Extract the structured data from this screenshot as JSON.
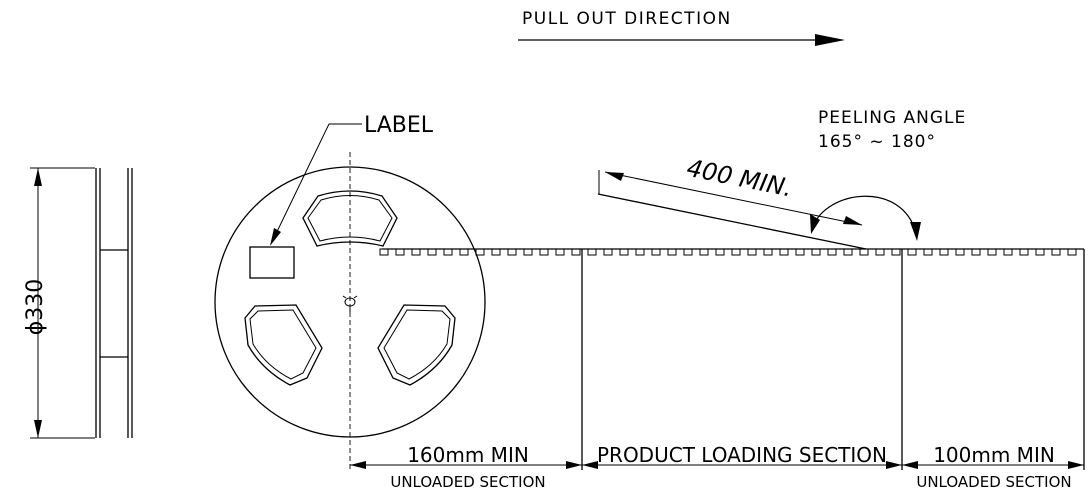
{
  "diagram": {
    "pull_out_direction": "PULL OUT DIRECTION",
    "label": "LABEL",
    "peeling_angle_title": "PEELING ANGLE",
    "peeling_angle_value": "165°  ~  180°",
    "leader_length": "400 MIN.",
    "reel_diameter": "ϕ330",
    "trailer_length": "160mm MIN",
    "trailer_section": "UNLOADED SECTION",
    "product_section": "PRODUCT LOADING SECTION",
    "leader_end_length": "100mm MIN",
    "leader_end_section": "UNLOADED SECTION"
  }
}
